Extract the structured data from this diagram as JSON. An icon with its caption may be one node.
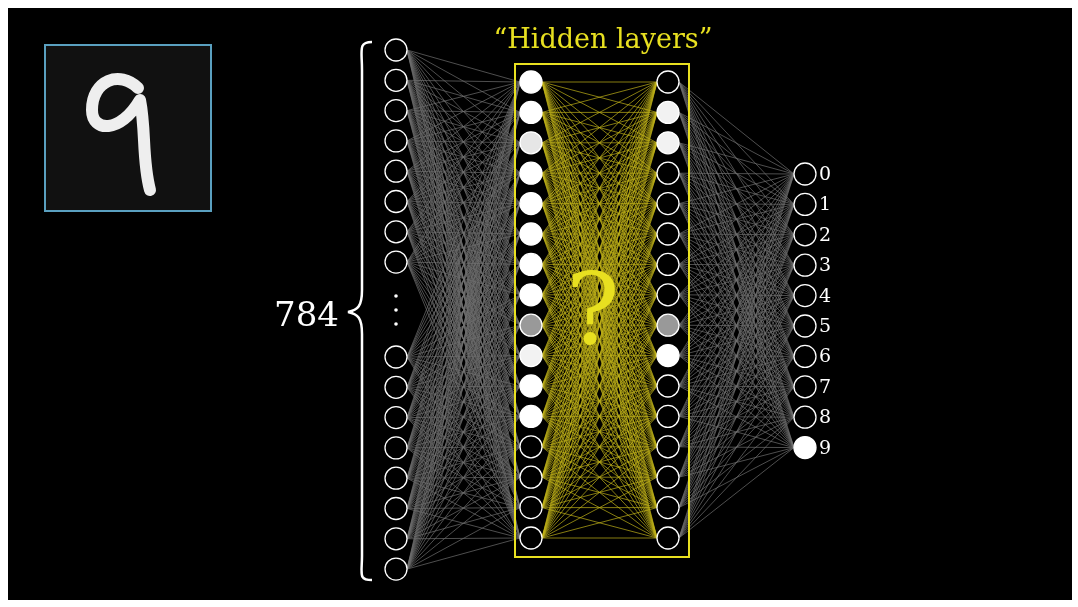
{
  "diagram": {
    "nodes": [
      {
        "text": [
          "“Hidden layers”",
          "?"
        ]
      }
    ],
    "labels": [
      "784",
      "0",
      "1",
      "2",
      "3",
      "4",
      "5",
      "6",
      "7",
      "8",
      "9"
    ]
  }
}
